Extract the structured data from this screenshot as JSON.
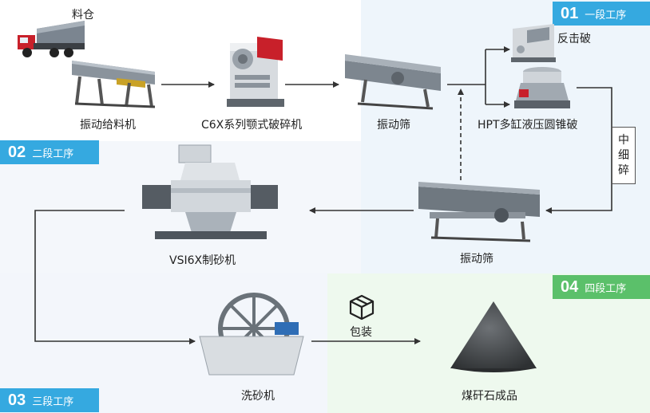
{
  "stages": [
    {
      "num": "01",
      "label": "一段工序"
    },
    {
      "num": "02",
      "label": "二段工序"
    },
    {
      "num": "03",
      "label": "三段工序"
    },
    {
      "num": "04",
      "label": "四段工序"
    }
  ],
  "labels": {
    "silo": "料仓",
    "vibrating_feeder": "振动给料机",
    "jaw_crusher": "C6X系列颚式破碎机",
    "screen_1": "振动筛",
    "impact_crusher": "反击破",
    "cone_crusher": "HPT多缸液压圆锥破",
    "screen_2": "振动筛",
    "sand_maker": "VSI6X制砂机",
    "sand_washer": "洗砂机",
    "packing": "包装",
    "product": "煤矸石成品"
  },
  "medium_fine": [
    "中",
    "细",
    "碎"
  ],
  "colors": {
    "stage_blue": "#35a9e0",
    "stage_green": "#5bc06a",
    "truck_red": "#c8202a",
    "arrow": "#333333"
  }
}
